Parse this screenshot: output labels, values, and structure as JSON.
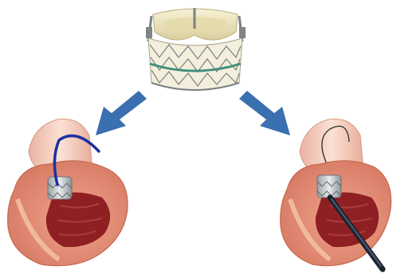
{
  "figure": {
    "center_image": "transcatheter-valve",
    "left_image": "transfemoral-approach-heart",
    "right_image": "transapical-approach-heart",
    "left_arrow_icon": "arrow-down-left-icon",
    "right_arrow_icon": "arrow-down-right-icon"
  },
  "colors": {
    "arrow": "#3a6fb0",
    "valve_tissue": "#efe7c2",
    "valve_frame": "#8a8f92",
    "valve_sutures": "#3f8f7a",
    "heart_outer": "#e6957d",
    "heart_chamber": "#8e1f22",
    "aorta": "#f2c2b2",
    "left_catheter": "#1f2fa3",
    "right_catheter": "#1c2230"
  }
}
